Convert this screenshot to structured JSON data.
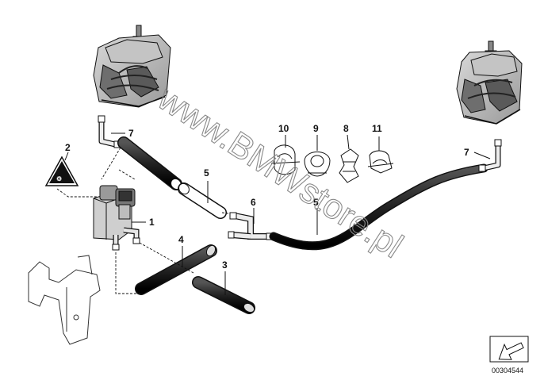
{
  "callouts": {
    "c1": "1",
    "c2": "2",
    "c3": "3",
    "c4": "4",
    "c5a": "5",
    "c5b": "5",
    "c6": "6",
    "c7a": "7",
    "c7b": "7",
    "c8": "8",
    "c9": "9",
    "c10": "10",
    "c11": "11"
  },
  "watermark": "www.BMWstore.pl",
  "diagram_ref": "00304544",
  "icons": {
    "engine_mount": "engine-mount-icon",
    "vacuum_valve": "solenoid-valve-icon",
    "warning_label": "warning-label-icon",
    "bracket": "bracket-icon",
    "nav_arrow": "arrow-icon"
  }
}
